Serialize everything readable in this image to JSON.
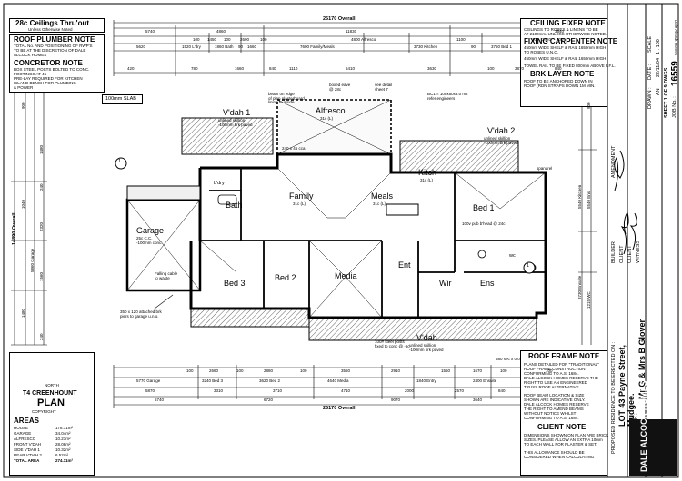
{
  "left_panel": {
    "ceilings": {
      "title": "28c Ceilings Thru'out",
      "sub": "Unless Otherwise Noted"
    },
    "roof_plumber": {
      "title": "ROOF PLUMBER NOTE",
      "lines": [
        "TOTAL No. AND POSITIONING OF RWP'S",
        "TO BE AT THE DISCRETION OF DALE",
        "ALCOCK HOMES"
      ]
    },
    "concretor": {
      "title": "CONCRETOR NOTE",
      "lines": [
        "BOX STEEL POSTS BOLTED TO CONC.",
        "FOOTINGS AT 45",
        "PRE-LAY REQUIRED FOR KITCHEN",
        "ISLAND BENCH FOR PLUMBING",
        "& POWER"
      ]
    },
    "slab": "100mm SLAB"
  },
  "plan_box": {
    "north": "NORTH",
    "name": "T4 CREENHOUNT",
    "plan": "PLAN",
    "copyright": "COPYRIGHT",
    "areas_title": "AREAS",
    "areas": [
      {
        "label": "HOUSE",
        "value": "178.71m²"
      },
      {
        "label": "GARAGE",
        "value": "34.04m²"
      },
      {
        "label": "ALFRESCO",
        "value": "10.21m²"
      },
      {
        "label": "FRONT V'DAH",
        "value": "28.08m²"
      },
      {
        "label": "SIDE V'DAH 1",
        "value": "10.32m²"
      },
      {
        "label": "REAR V'DAH 2",
        "value": "6.52m²"
      },
      {
        "label": "TOTAL AREA",
        "value": "274.11m²"
      }
    ]
  },
  "right_panel": {
    "ceiling_fixer": {
      "title": "CEILING FIXER NOTE",
      "lines": [
        "CEILINGS TO ROBES & LINENS TO BE",
        "AT 2100mm. UNLESS OTHERWISE NOTED."
      ]
    },
    "fixing_carpenter": {
      "title": "FIXING CARPENTER NOTE",
      "lines": [
        "450mm WIDE SHELF & RAIL 1650mm HIGH",
        "TO ROBES U.N.O.",
        "450mm WIDE SHELF & RAIL 1650mm HIGH",
        "TOWEL RAIL TO BE FIXED 800mm ABOVE F.F.L."
      ]
    },
    "brk_layer": {
      "title": "BRK LAYER NOTE",
      "lines": [
        "ROOF TO BE ANCHORED DOWN IN",
        "ROOF (RDN STRAPS DOWN 1M MIN."
      ]
    },
    "roof_frame": {
      "title": "ROOF FRAME NOTE",
      "lines": [
        "PLANS DETAILED FOR \"TRADITIONAL\"",
        "ROOF FRAME CONSTRUCTION",
        "CONFORMING TO A.S. 1684.",
        "DALE ALCOCK HOMES RESERVE THE",
        "RIGHT TO USE AN ENGINEERED",
        "TRUSS ROOF ALTERNATIVE.",
        "",
        "ROOF BEAM LOCATION & SIZE",
        "SHOWN ARE INDICATIVE ONLY.",
        "DALE ALCOCK HOMES RESERVE",
        "THE RIGHT TO AMEND BEAMS",
        "WITHOUT NOTICE WHILST",
        "CONFORMING TO A.S. 1684."
      ]
    },
    "client": {
      "title": "CLIENT NOTE",
      "lines": [
        "DIMENSIONS SHOWN ON PLAN ARE BRICK",
        "SIZES. PLEASE ALLOW AN EXTRA 10mm",
        "TO EACH WALL FOR PLASTER & SET.",
        "",
        "THIS ALLOWANCE SHOULD BE",
        "CONSIDERED WHEN CALCULATING"
      ]
    }
  },
  "title_block": {
    "proposed": "PROPOSED RESIDENCE TO BE ERECTED ON :",
    "lot": "LOT 43 Payne Street,",
    "suburb": "Mudgee.",
    "for": "FOR :",
    "client": "Mr G & Mrs B Glover",
    "drawn_label": "DRAWN :",
    "drawn": "AN",
    "date_label": "DATE :",
    "date": "22/11/04",
    "scale_label": "SCALE :",
    "scale": "1 : 100",
    "sheet": "SHEET 1 OF 9 DWGS",
    "job_label": "JOB No. :",
    "job": "16559",
    "amendment": "AMENDMENT",
    "builder": "BUILDER",
    "client_label": "CLIENT",
    "client2_label": "CLIENT",
    "witness": "WITNESS",
    "brand": "DALE ALCOCK HOMES",
    "company": "Dale Alcock Homes"
  },
  "plan": {
    "overall_top": "25170 Overall",
    "overall_bottom": "25170 Overall",
    "overall_left": "14890 Overall",
    "top_dims1": [
      "5740",
      "4860",
      "11830",
      "3640"
    ],
    "top_dims2": [
      "5620",
      "1520 L'dry",
      "1860 Bath",
      "90",
      "1660",
      "7600 Family/Meals",
      "3730 Kitchen",
      "90",
      "3750 Bed 1"
    ],
    "top_dims3": [
      "100",
      "1450",
      "100",
      "2690",
      "100",
      "4800 Alfresco",
      "1100",
      "100",
      "2420",
      "100"
    ],
    "top_dims4": [
      "420",
      "780",
      "1660",
      "840",
      "1110",
      "5410",
      "3630",
      "100",
      "3870",
      "840"
    ],
    "bottom_dims1": [
      "5770 Garage",
      "3240 Bed 3",
      "3620 Bed 2",
      "4640 Media",
      "1840 Entry",
      "2400 Ensuite"
    ],
    "bottom_dims2": [
      "100",
      "2660",
      "100",
      "2880",
      "100",
      "3550",
      "2910",
      "1550",
      "1670",
      "100"
    ],
    "bottom_dims3": [
      "5740",
      "6720",
      "9070",
      "3640"
    ],
    "bottom_dims4": [
      "5870",
      "3310",
      "3710",
      "4710",
      "2000",
      "2570",
      "840"
    ],
    "left_dims": [
      "900",
      "5860 Garage",
      "1040",
      "240",
      "1480",
      "2320",
      "1560",
      "1480",
      "240"
    ],
    "right_dims": [
      "900",
      "5540 Kitchen",
      "5540 Ens",
      "3730 Ensuite",
      "1215 WC"
    ],
    "rooms": {
      "alfresco": "Alfresco",
      "alfresco_sub": "31c (L)",
      "vdah1": "V'dah 1",
      "vdah1_sub": "unlined skillion\n-100mm brk paved",
      "vdah2": "V'dah 2",
      "vdah2_sub": "unlined skillion\n-100mm brk paved",
      "vdah_front": "V'dah",
      "vdah_front_sub": "unlined skillion\n-100mm brk paved",
      "family": "Family",
      "family_sub": "31c (L)",
      "meals": "Meals",
      "meals_sub": "31c (L)",
      "kitch": "Kitch",
      "kitch_sub": "31c (L)",
      "bath": "Bath",
      "bed1": "Bed 1",
      "bed1_sub": "100v pub b'head @ 24c",
      "bed2": "Bed 2",
      "bed3": "Bed 3",
      "media": "Media",
      "ent": "Ent",
      "wir": "Wir",
      "ens": "Ens",
      "garage": "Garage",
      "garage_sub": "25c C.C.\n-100mm conc.",
      "ldry": "L'dry",
      "wc": "wc"
    },
    "notes": {
      "beam": "beam on edge\nof plan plasterboard\nlining to inside",
      "boxed": "boxed eave\n@ 28c",
      "see_detail": "see detail\nsheet 7",
      "bc1": "BC1 = 100x50x3.0 ms\nrefer engineers",
      "posts": "350 x 120 attached brk\npiers to garage u.n.o.",
      "eave": "240 x 45 cca",
      "boxed_posts": "100# steel posts\nfixed to conc @ -5c",
      "spandrel": "spandrel",
      "fall": "Falling cable\nto waste"
    },
    "marker1": "1",
    "marker2": "1",
    "slab_dim": "680 sec x 0.0",
    "bottom_right_dim": "100"
  }
}
